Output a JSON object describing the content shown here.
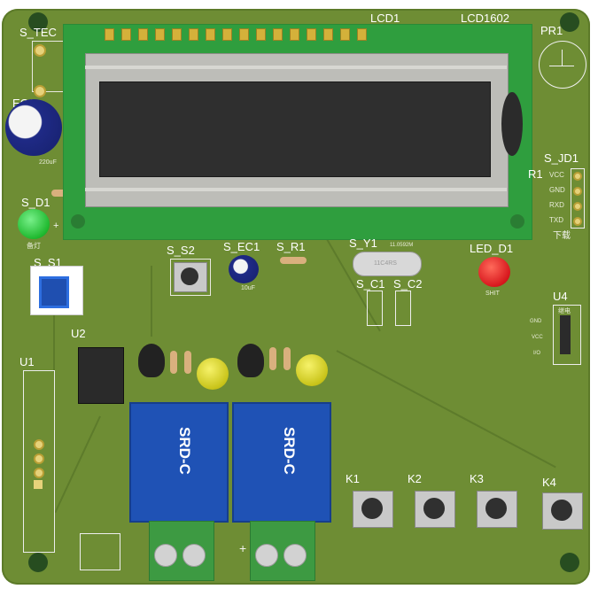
{
  "colors": {
    "pcb": "#6e8d34",
    "silkscreen": "#ffffff",
    "lcd_pcb": "#2f9e3e",
    "relay": "#1f52b5",
    "terminal": "#3d9a42"
  },
  "labels": {
    "s_tec": "S_TEC",
    "ec1": "EC1",
    "ec1_value": "220uF",
    "s_d1": "S_D1",
    "s_d1_text": "备灯",
    "s_s1": "S_S1",
    "u2": "U2",
    "u1": "U1",
    "s_s2": "S_S2",
    "s_ec1": "S_EC1",
    "s_ec1_value": "10uF",
    "s_r1": "S_R1",
    "s_y1": "S_Y1",
    "s_y1_freq": "11.0592M",
    "crystal_text": "11C4RS",
    "s_c1": "S_C1",
    "s_c2": "S_C2",
    "led_d1": "LED_D1",
    "led_d1_text": "SHIT",
    "lcd1": "LCD1",
    "lcd1602": "LCD1602",
    "pr1": "PR1",
    "s_jd1": "S_JD1",
    "r1": "R1",
    "download": "下载",
    "u4": "U4",
    "k1": "K1",
    "k2": "K2",
    "k3": "K3",
    "k4": "K4",
    "relay_left": "SRD-C",
    "relay_right": "SRD-C",
    "jd_pins": [
      "VCC",
      "GND",
      "RXD",
      "TXD"
    ],
    "u4_pins": [
      "GND",
      "VCC",
      "I/O"
    ],
    "u4_tag": "继电",
    "plus_sign": "+"
  }
}
